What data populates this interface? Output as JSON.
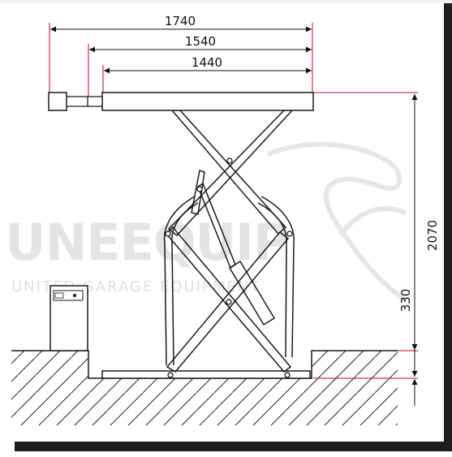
{
  "dimensions": {
    "width_total": "1740",
    "width_mid": "1540",
    "width_inner": "1440",
    "height_total": "2070",
    "height_pit": "330"
  },
  "watermark": {
    "brand": "UNEEQUIP",
    "tagline": "UNITED GARAGE EQUIPMENT"
  },
  "colors": {
    "line": "#1a1a1a",
    "dimension_red": "#d0021b",
    "frame_dark": "#1e1e1e",
    "watermark": "#e2e2e2"
  }
}
